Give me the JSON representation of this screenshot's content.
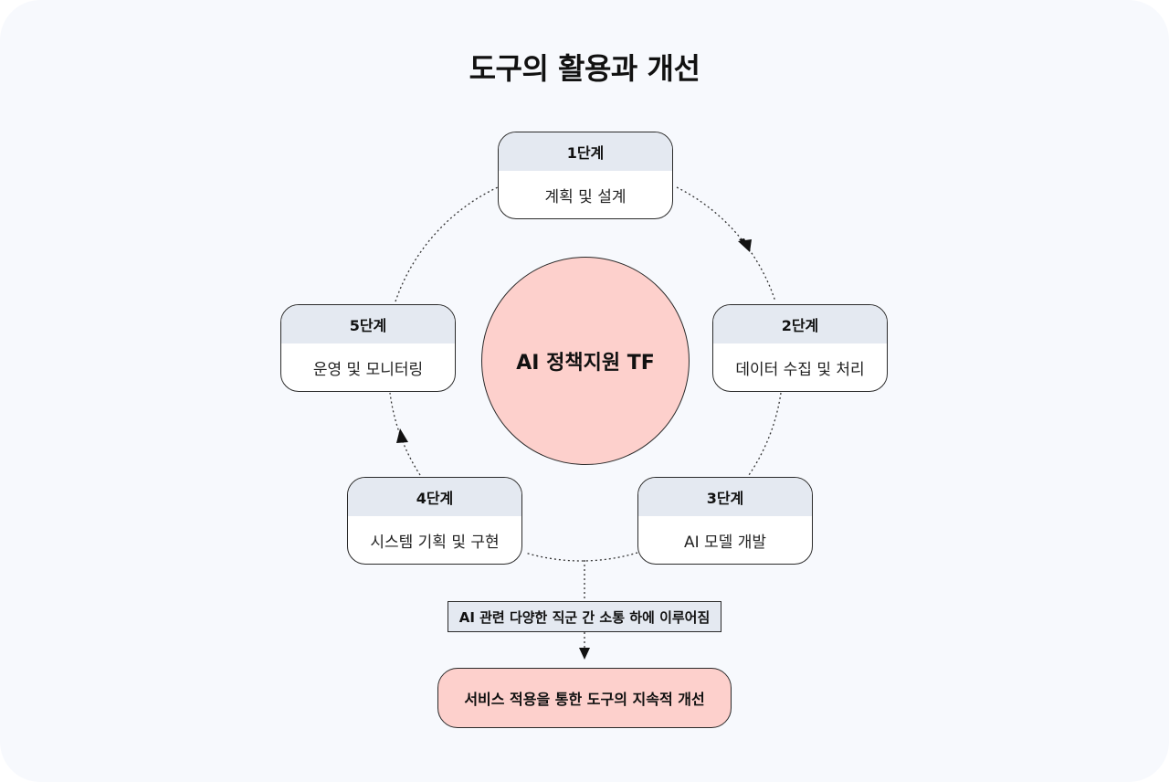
{
  "title": "도구의 활용과 개선",
  "center_label": "AI 정책지원 TF",
  "stages": [
    {
      "step": "1단계",
      "label": "계획 및 설계"
    },
    {
      "step": "2단계",
      "label": "데이터 수집 및 처리"
    },
    {
      "step": "3단계",
      "label": "AI 모델 개발"
    },
    {
      "step": "4단계",
      "label": "시스템 기획 및 구현"
    },
    {
      "step": "5단계",
      "label": "운영 및 모니터링"
    }
  ],
  "note": "AI 관련 다양한 직군 간 소통 하에 이루어짐",
  "result": "서비스 적용을 통한 도구의 지속적 개선",
  "colors": {
    "card_bg": "#f7f9fd",
    "header_bg": "#e4e9f1",
    "accent_pink": "#fdd0cc",
    "stroke": "#2a2a2a"
  }
}
